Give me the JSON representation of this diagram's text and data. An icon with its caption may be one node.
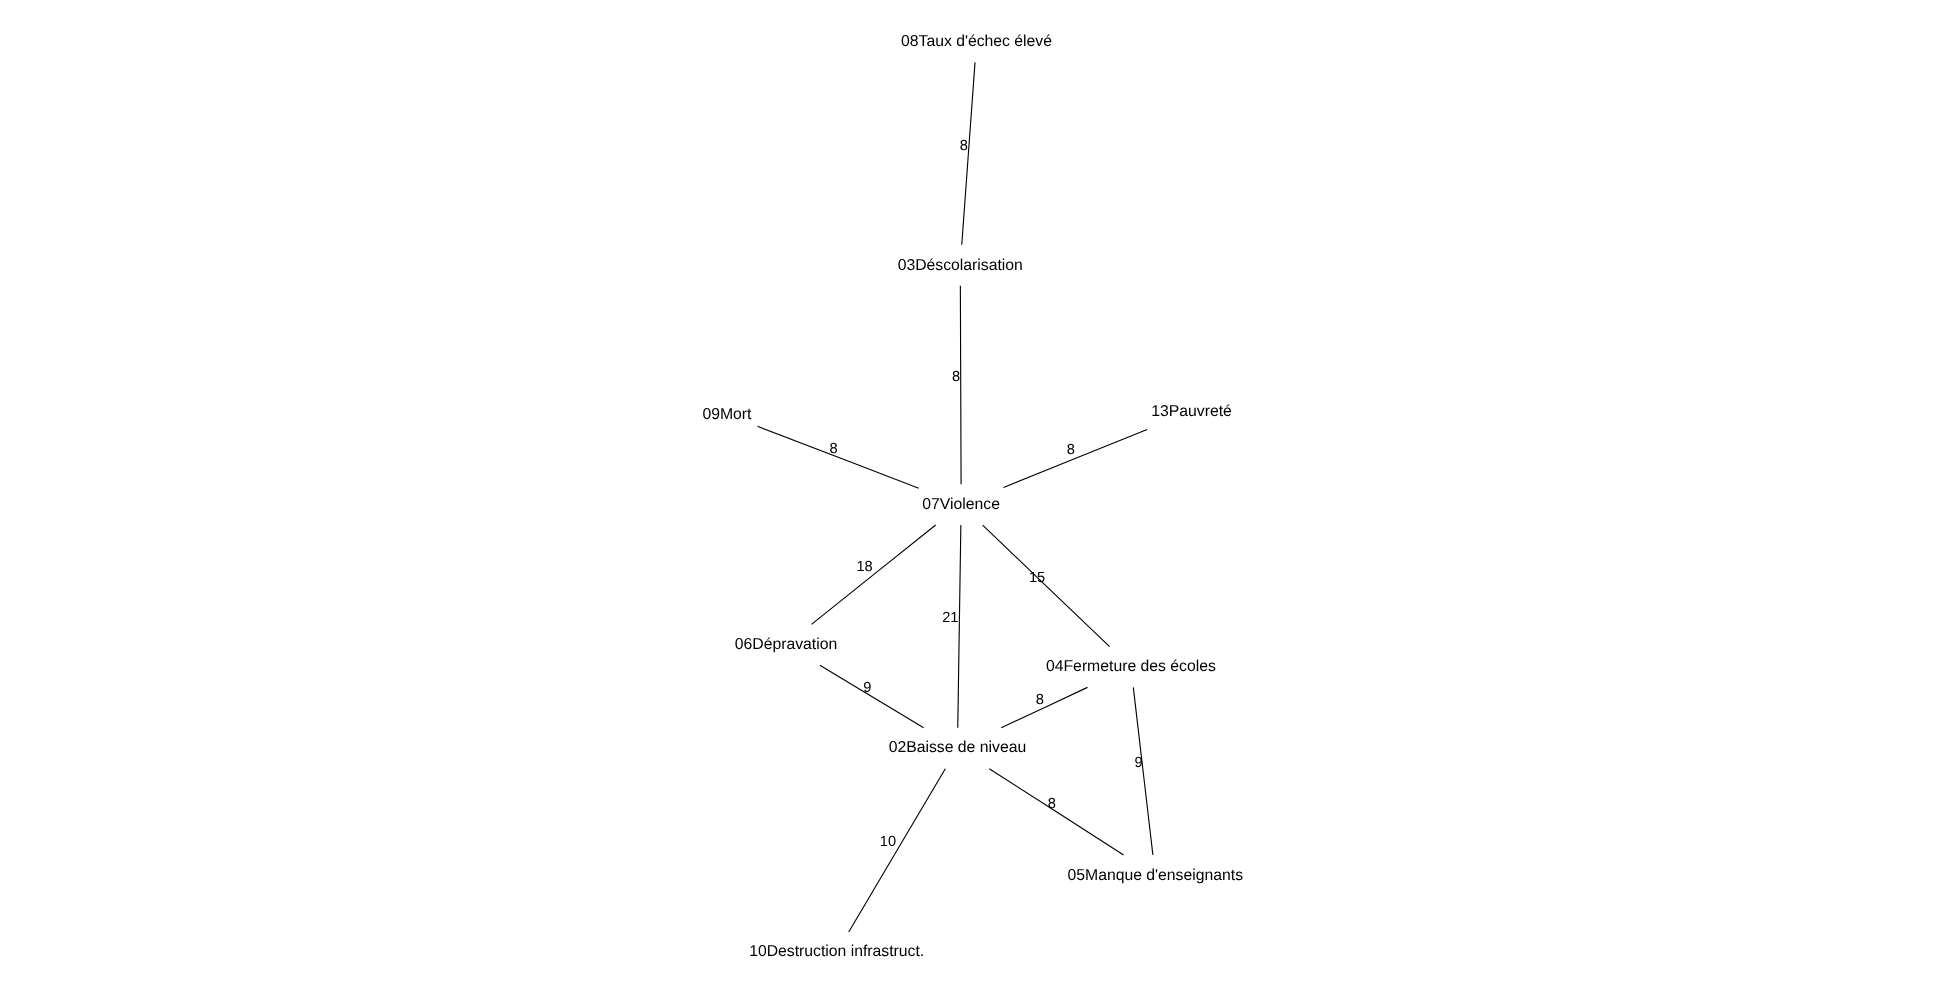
{
  "diagram": {
    "nodes": [
      {
        "text": [
          "03Déscolarisation"
        ]
      },
      {
        "text": [
          "08Taux d'échec élevé"
        ]
      },
      {
        "text": [
          "06Dépravation"
        ]
      },
      {
        "text": [
          "07Violence"
        ]
      },
      {
        "text": [
          "13Pauvreté"
        ]
      },
      {
        "text": [
          "09Mort"
        ]
      },
      {
        "text": [
          "10Destruction infrastruct."
        ]
      },
      {
        "text": [
          "02Baisse de niveau"
        ]
      },
      {
        "text": [
          "04Fermeture des écoles"
        ]
      },
      {
        "text": [
          "05Manque d'enseignants"
        ]
      }
    ],
    "edges": [
      {
        "from": 0,
        "to": 1,
        "arrow": "none",
        "label": "8"
      },
      {
        "from": 0,
        "to": 3,
        "arrow": "none",
        "label": "8"
      },
      {
        "from": 2,
        "to": 3,
        "arrow": "none",
        "label": "18"
      },
      {
        "from": 4,
        "to": 3,
        "arrow": "none",
        "label": "8"
      },
      {
        "from": 3,
        "to": 5,
        "arrow": "none",
        "label": "8"
      },
      {
        "from": 3,
        "to": 8,
        "arrow": "none",
        "label": "15"
      },
      {
        "from": 3,
        "to": 7,
        "arrow": "none",
        "label": "21"
      },
      {
        "from": 2,
        "to": 7,
        "arrow": "none",
        "label": "9"
      },
      {
        "from": 6,
        "to": 7,
        "arrow": "none",
        "label": "10"
      },
      {
        "from": 7,
        "to": 8,
        "arrow": "none",
        "label": "8"
      },
      {
        "from": 7,
        "to": 9,
        "arrow": "none",
        "label": "8"
      },
      {
        "from": 8,
        "to": 9,
        "arrow": "none",
        "label": "9"
      }
    ]
  }
}
